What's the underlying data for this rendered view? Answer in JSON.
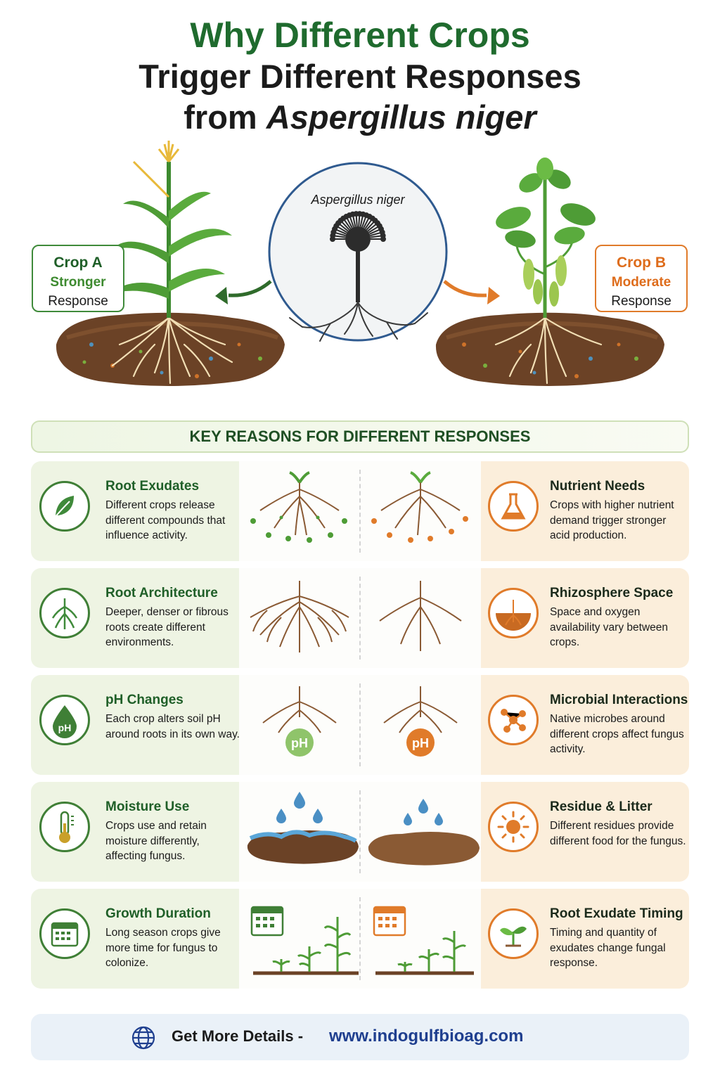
{
  "title": {
    "line1": "Why Different Crops",
    "line2": "Trigger Different Responses",
    "line3_prefix": "from ",
    "line3_species": "Aspergillus niger"
  },
  "hero": {
    "fungus_label": "Aspergillus niger",
    "crop_a": {
      "name": "Crop A",
      "level": "Stronger",
      "response": "Response",
      "color": "#3d8a2f"
    },
    "crop_b": {
      "name": "Crop B",
      "level": "Moderate",
      "response": "Response",
      "color": "#de6c1b"
    }
  },
  "section_title": "KEY REASONS FOR DIFFERENT RESPONSES",
  "rows": [
    {
      "left": {
        "title": "Root Exudates",
        "desc": "Different crops release different compounds that influence activity.",
        "icon": "leaf-icon"
      },
      "right": {
        "title": "Nutrient Needs",
        "desc": "Crops with higher nutrient demand trigger stronger acid production.",
        "icon": "flask-icon"
      }
    },
    {
      "left": {
        "title": "Root Architecture",
        "desc": "Deeper, denser or fibrous roots create different environments.",
        "icon": "root-icon"
      },
      "right": {
        "title": "Rhizosphere Space",
        "desc": "Space and oxygen availability vary between crops.",
        "icon": "soil-icon"
      }
    },
    {
      "left": {
        "title": "pH Changes",
        "desc": "Each crop alters soil pH around roots in its own way.",
        "icon": "ph-drop-icon"
      },
      "right": {
        "title": "Microbial Interactions",
        "desc": "Native microbes around different crops affect fungus activity.",
        "icon": "molecule-icon"
      }
    },
    {
      "left": {
        "title": "Moisture Use",
        "desc": "Crops use and retain moisture differently, affecting fungus.",
        "icon": "thermometer-icon"
      },
      "right": {
        "title": "Residue & Litter",
        "desc": "Different residues provide different food for the fungus.",
        "icon": "sun-icon"
      }
    },
    {
      "left": {
        "title": "Growth Duration",
        "desc": "Long season crops give more time for fungus to colonize.",
        "icon": "calendar-icon"
      },
      "right": {
        "title": "Root Exudate Timing",
        "desc": "Timing and quantity of exudates change fungal response.",
        "icon": "sprout-icon"
      }
    }
  ],
  "ph_label": "pH",
  "footer": {
    "label": "Get More Details -",
    "url": "www.indogulfbioag.com",
    "icon": "globe-icon"
  },
  "colors": {
    "green_dark": "#1f5f28",
    "green": "#3f8a3a",
    "orange": "#e07b2a",
    "soil": "#6b4226",
    "footer_link": "#1f3f8f"
  }
}
